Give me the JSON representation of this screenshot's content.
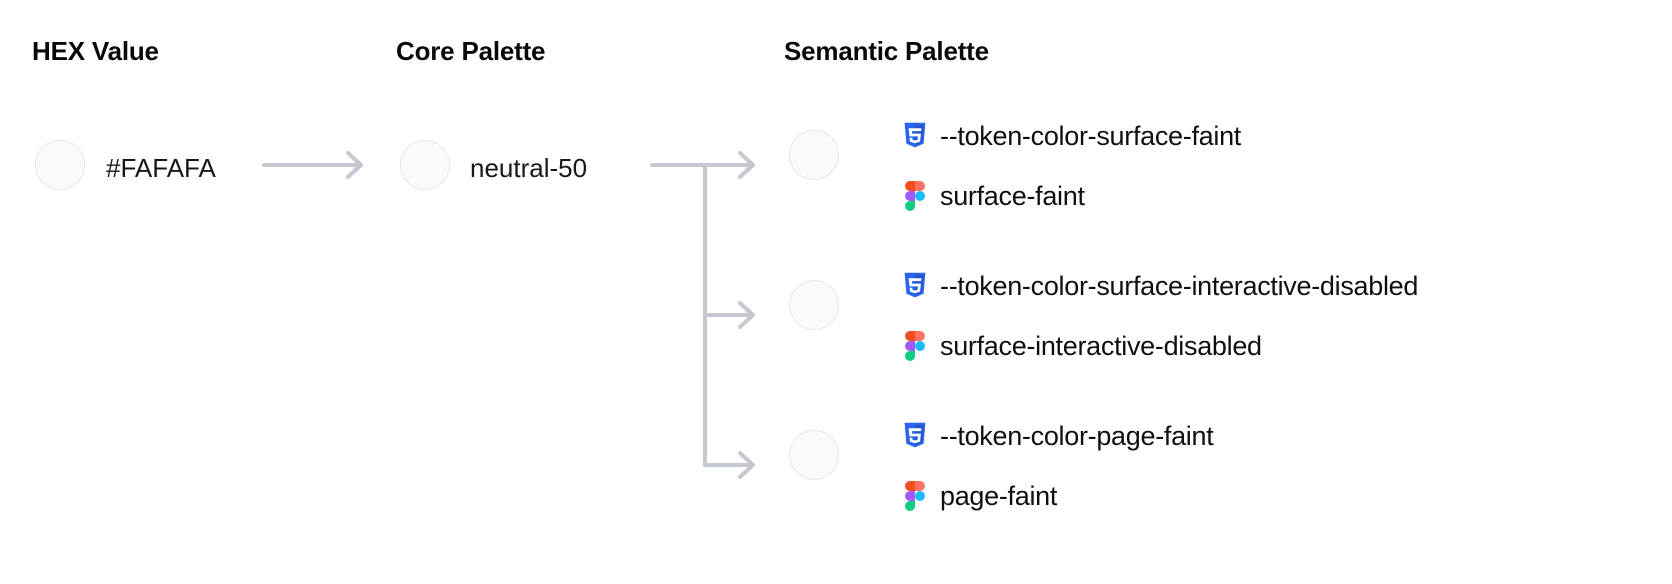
{
  "headers": {
    "hex": "HEX Value",
    "core": "Core Palette",
    "semantic": "Semantic Palette"
  },
  "hex": {
    "value": "#FAFAFA",
    "swatch_color": "#FAFAFA"
  },
  "core": {
    "value": "neutral-50",
    "swatch_color": "#FAFAFA"
  },
  "semantic_tokens": [
    {
      "css_icon": "css3-icon",
      "css_token": "--token-color-surface-faint",
      "figma_icon": "figma-icon",
      "figma_token": "surface-faint",
      "swatch_color": "#FAFAFA"
    },
    {
      "css_icon": "css3-icon",
      "css_token": "--token-color-surface-interactive-disabled",
      "figma_icon": "figma-icon",
      "figma_token": "surface-interactive-disabled",
      "swatch_color": "#FAFAFA"
    },
    {
      "css_icon": "css3-icon",
      "css_token": "--token-color-page-faint",
      "figma_icon": "figma-icon",
      "figma_token": "page-faint",
      "swatch_color": "#FAFAFA"
    }
  ],
  "colors": {
    "swatch_fill": "#FAFAFA",
    "swatch_border": "#E6E6E9",
    "connector": "#C5C8D0",
    "text": "#101012",
    "heading": "#09090b",
    "css3_blue": "#2965F1",
    "figma_orange": "#F24E1E",
    "figma_salmon": "#FF7262",
    "figma_purple": "#A259FF",
    "figma_cyan": "#1ABCFE",
    "figma_green": "#0ACF83"
  }
}
